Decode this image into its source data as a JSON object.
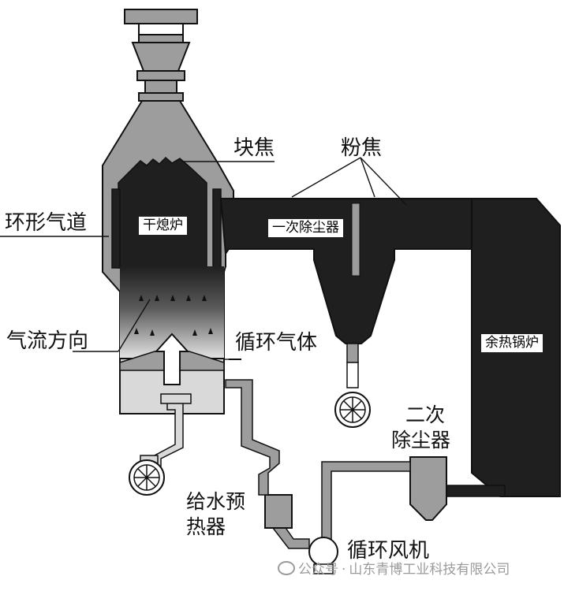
{
  "labels": {
    "lump_coke": "块焦",
    "coke_powder": "粉焦",
    "annular_duct": "环形气道",
    "dry_quench_furnace": "干熄炉",
    "primary_dust_collector": "一次除尘器",
    "gas_flow_direction": "气流方向",
    "circulating_gas": "循环气体",
    "waste_heat_boiler": "余热锅炉",
    "secondary_dust_collector_line1": "二次",
    "secondary_dust_collector_line2": "除尘器",
    "feedwater_preheater_line1": "给水预",
    "feedwater_preheater_line2": "热器",
    "circulating_fan": "循环风机"
  },
  "watermark": {
    "prefix": "公众号",
    "separator": "·",
    "company": "山东青博工业科技有限公司"
  },
  "colors": {
    "dark_fill": "#1f1f1f",
    "gray_fill": "#9d9d9d",
    "light_gray_fill": "#d9d9d9",
    "outline": "#111111",
    "background": "#ffffff"
  }
}
